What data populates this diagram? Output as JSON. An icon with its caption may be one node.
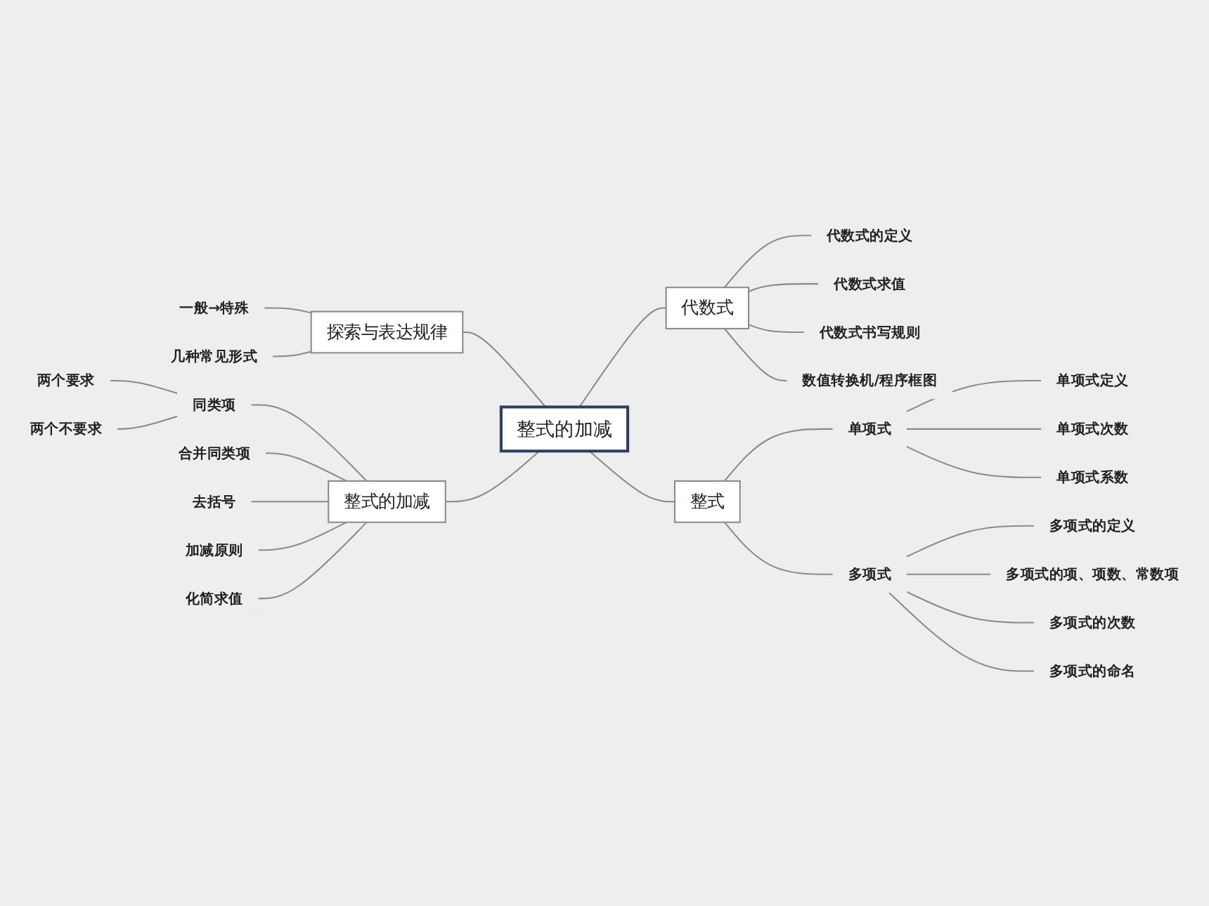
{
  "diagram": {
    "nodes": [
      {
        "text": [
          "整式的加减"
        ]
      },
      {
        "text": [
          "探索与表达规律"
        ]
      },
      {
        "text": [
          "一般→特殊"
        ]
      },
      {
        "text": [
          "几种常见形式"
        ]
      },
      {
        "text": [
          "整式的加减"
        ]
      },
      {
        "text": [
          "同类项"
        ]
      },
      {
        "text": [
          "两个要求"
        ]
      },
      {
        "text": [
          "两个不要求"
        ]
      },
      {
        "text": [
          "合并同类项"
        ]
      },
      {
        "text": [
          "去括号"
        ]
      },
      {
        "text": [
          "加减原则"
        ]
      },
      {
        "text": [
          "化简求值"
        ]
      },
      {
        "text": [
          "代数式"
        ]
      },
      {
        "text": [
          "代数式的定义"
        ]
      },
      {
        "text": [
          "代数式求值"
        ]
      },
      {
        "text": [
          "代数式书写规则"
        ]
      },
      {
        "text": [
          "数值转换机/程序框图"
        ]
      },
      {
        "text": [
          "整式"
        ]
      },
      {
        "text": [
          "单项式"
        ]
      },
      {
        "text": [
          "单项式定义"
        ]
      },
      {
        "text": [
          "单项式次数"
        ]
      },
      {
        "text": [
          "单项式系数"
        ]
      },
      {
        "text": [
          "多项式"
        ]
      },
      {
        "text": [
          "多项式的定义"
        ]
      },
      {
        "text": [
          "多项式的项、项数、常数项"
        ]
      },
      {
        "text": [
          "多项式的次数"
        ]
      },
      {
        "text": [
          "多项式的命名"
        ]
      }
    ],
    "edges": [
      {
        "from": 2,
        "to": 1,
        "arrow": "none"
      },
      {
        "from": 3,
        "to": 1,
        "arrow": "none"
      },
      {
        "from": 1,
        "to": 0,
        "arrow": "none"
      },
      {
        "from": 6,
        "to": 5,
        "arrow": "none"
      },
      {
        "from": 7,
        "to": 5,
        "arrow": "none"
      },
      {
        "from": 5,
        "to": 4,
        "arrow": "none"
      },
      {
        "from": 8,
        "to": 4,
        "arrow": "none"
      },
      {
        "from": 9,
        "to": 4,
        "arrow": "none"
      },
      {
        "from": 10,
        "to": 4,
        "arrow": "none"
      },
      {
        "from": 11,
        "to": 4,
        "arrow": "none"
      },
      {
        "from": 4,
        "to": 0,
        "arrow": "none"
      },
      {
        "from": 0,
        "to": 12,
        "arrow": "none"
      },
      {
        "from": 12,
        "to": 13,
        "arrow": "none"
      },
      {
        "from": 12,
        "to": 14,
        "arrow": "none"
      },
      {
        "from": 12,
        "to": 15,
        "arrow": "none"
      },
      {
        "from": 12,
        "to": 16,
        "arrow": "none"
      },
      {
        "from": 0,
        "to": 17,
        "arrow": "none"
      },
      {
        "from": 17,
        "to": 18,
        "arrow": "none"
      },
      {
        "from": 18,
        "to": 19,
        "arrow": "none"
      },
      {
        "from": 18,
        "to": 20,
        "arrow": "none"
      },
      {
        "from": 18,
        "to": 21,
        "arrow": "none"
      },
      {
        "from": 17,
        "to": 22,
        "arrow": "none"
      },
      {
        "from": 22,
        "to": 23,
        "arrow": "none"
      },
      {
        "from": 22,
        "to": 24,
        "arrow": "none"
      },
      {
        "from": 22,
        "to": 25,
        "arrow": "none"
      },
      {
        "from": 22,
        "to": 26,
        "arrow": "none"
      }
    ]
  }
}
